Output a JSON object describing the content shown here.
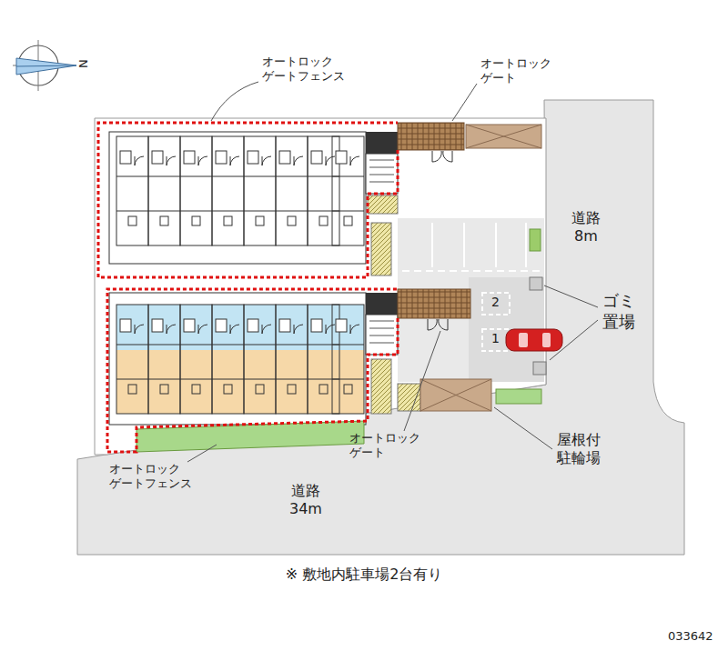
{
  "diagram": {
    "caption": "※ 敷地内駐車場2台有り",
    "labels": [
      "N",
      "オートロック ゲートフェンス",
      "オートロック ゲート",
      "道路 8m",
      "ゴミ 置場",
      "2",
      "1",
      "屋根付 駐輪場",
      "オートロック ゲート",
      "オートロック ゲートフェンス",
      "道路 34m",
      "033642"
    ]
  }
}
